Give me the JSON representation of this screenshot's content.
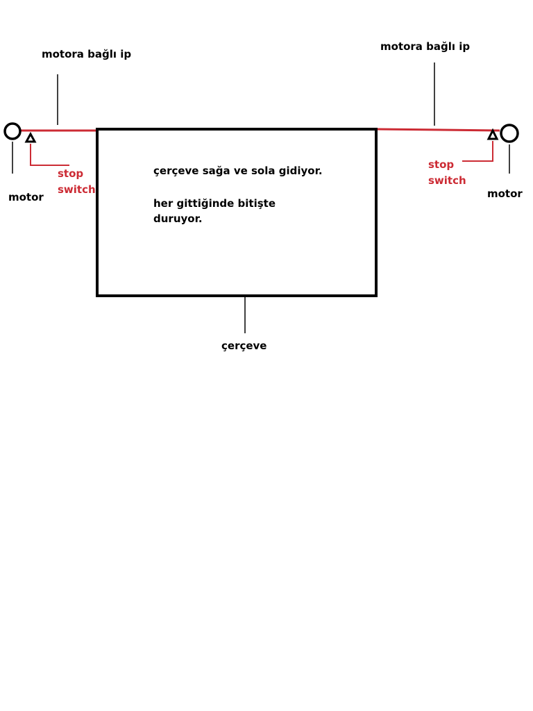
{
  "colors": {
    "ink": "#000000",
    "rope": "#cc2b34",
    "switch_label": "#cc2b34",
    "background": "#ffffff"
  },
  "labels": {
    "rope_left": "motora bağlı ip",
    "rope_right": "motora bağlı ip",
    "motor_left": "motor",
    "motor_right": "motor",
    "switch_left_line1": "stop",
    "switch_left_line2": "switch",
    "switch_right_line1": "stop",
    "switch_right_line2": "switch",
    "frame": "çerçeve"
  },
  "frame_notes": {
    "line1": "çerçeve sağa ve sola gidiyor.",
    "line2": "her gittiğinde bitişte",
    "line3": "duruyor."
  }
}
